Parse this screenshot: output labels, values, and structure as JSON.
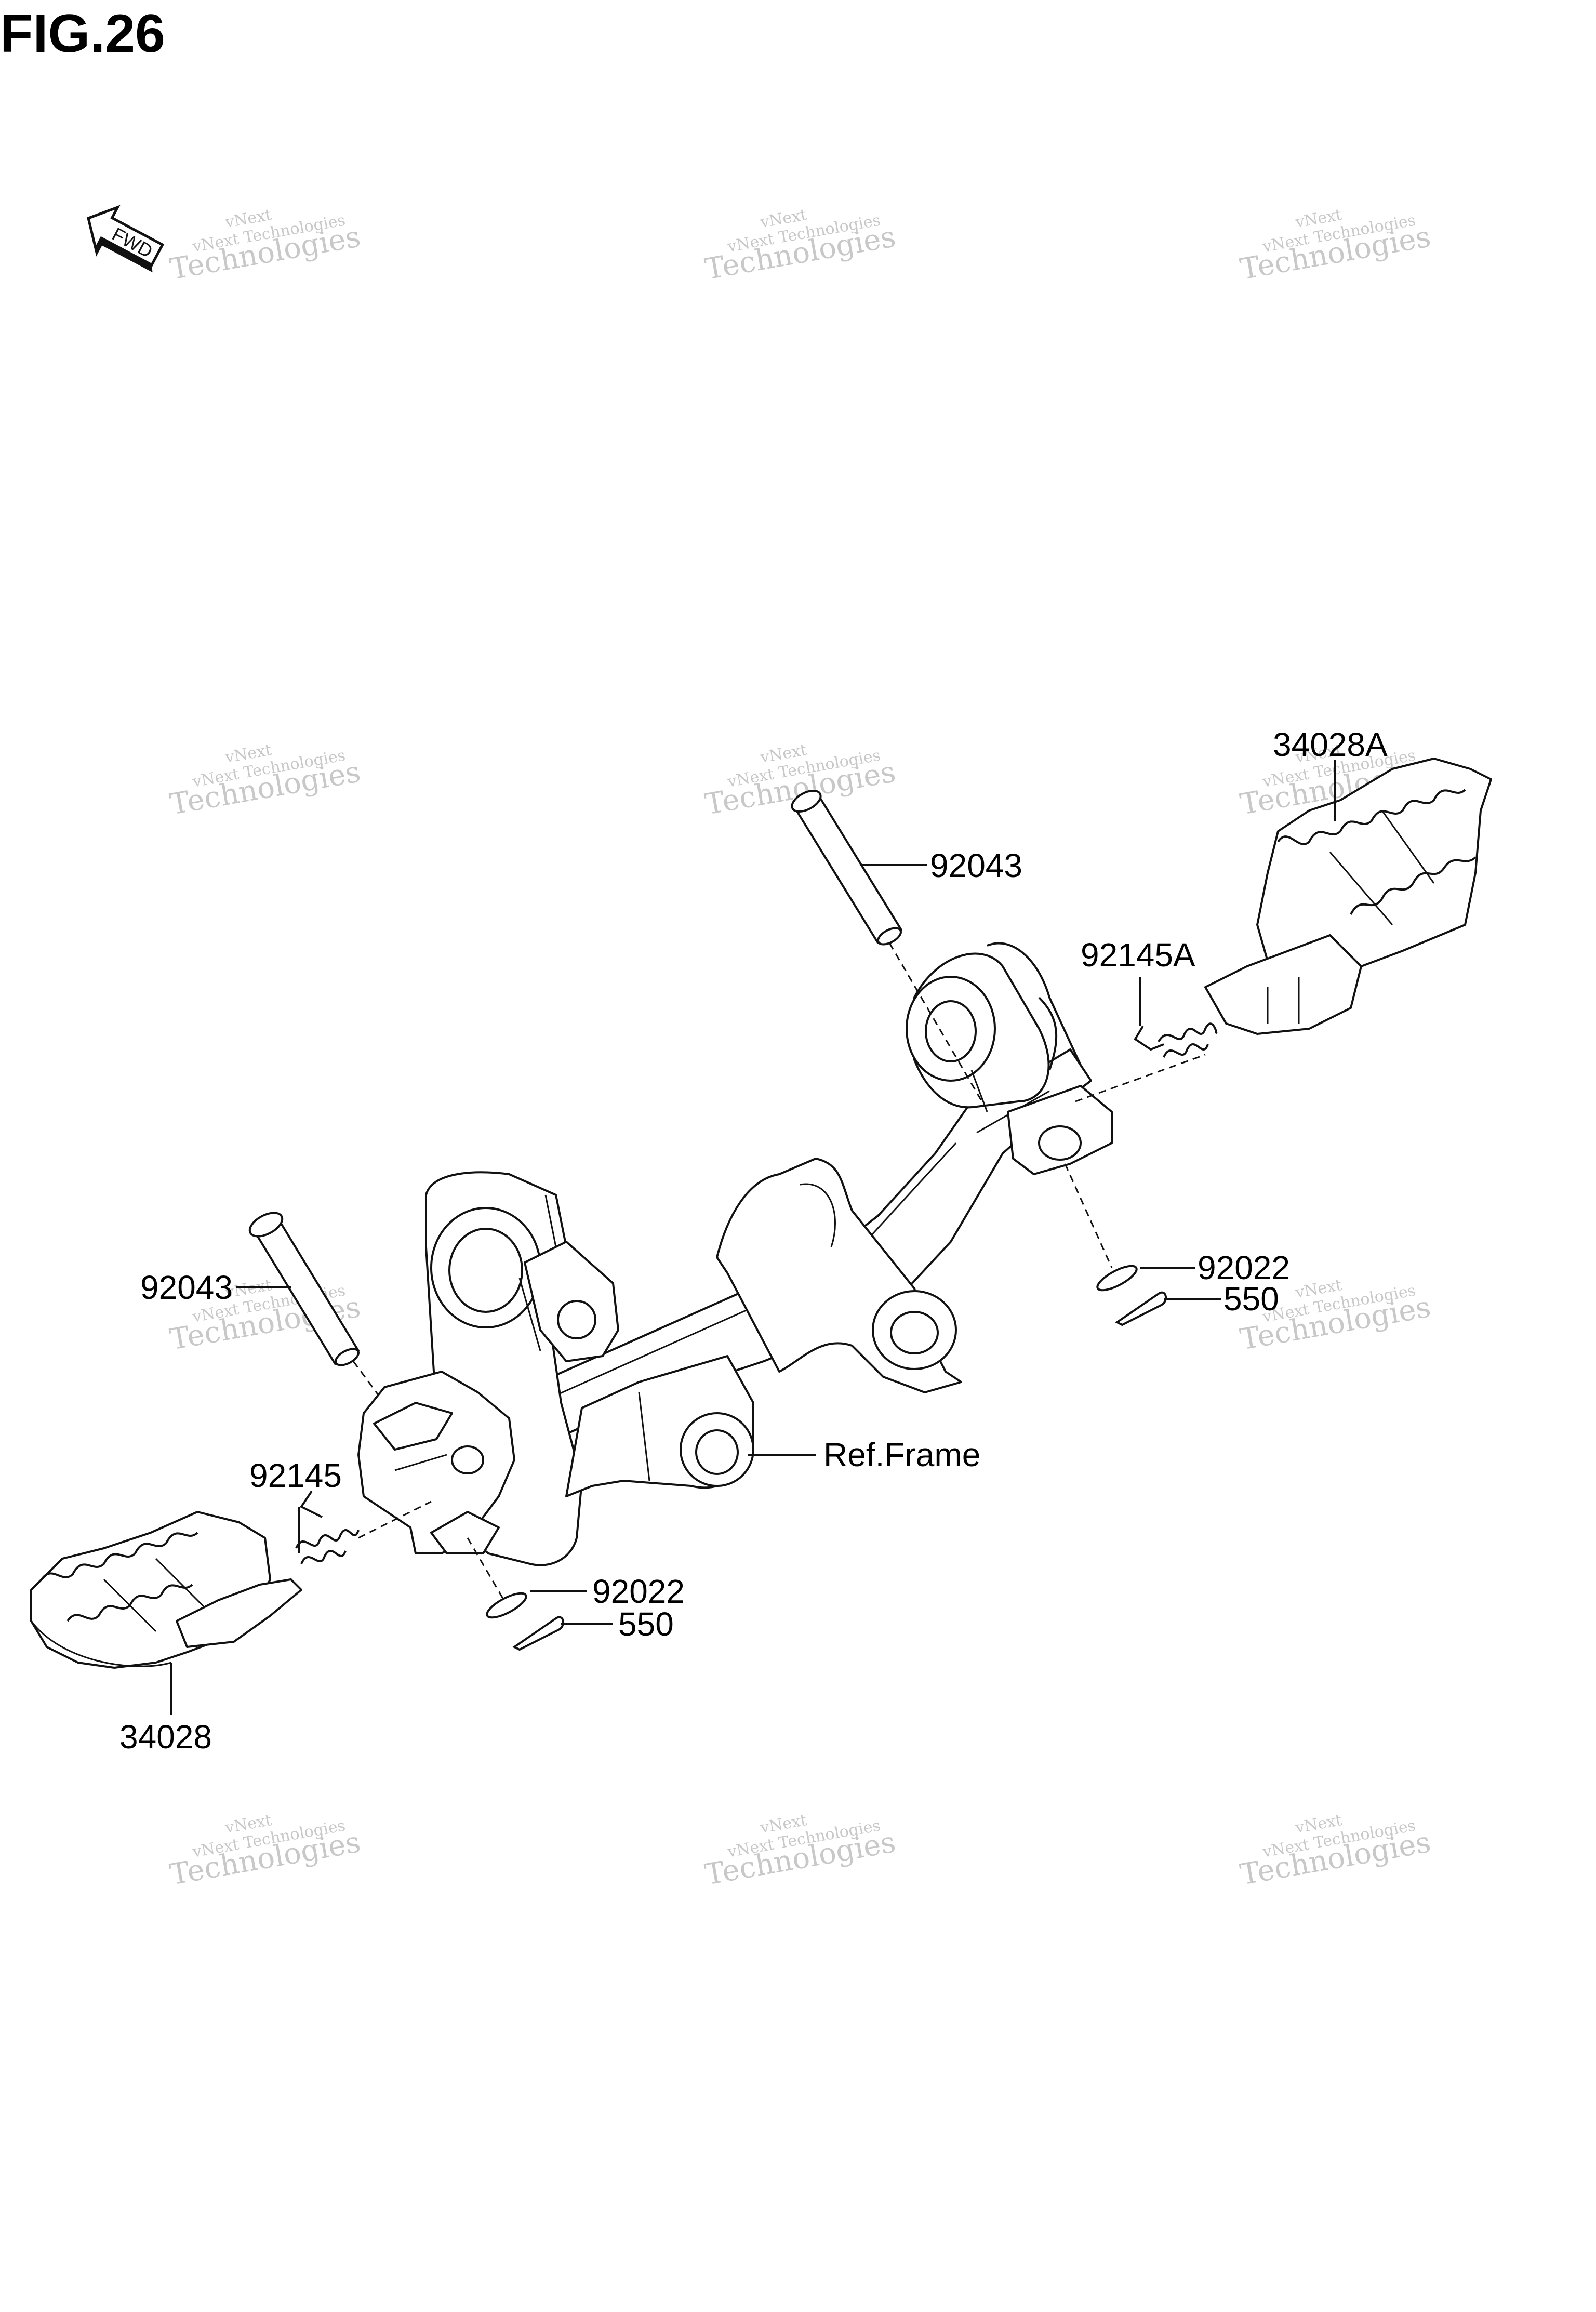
{
  "figure": {
    "title": "FIG.26",
    "direction_label": "FWD"
  },
  "callouts": {
    "footpeg_right": "34028A",
    "pin_right": "92043",
    "spring_right": "92145A",
    "washer_right": "92022",
    "cotter_right": "550",
    "frame": "Ref.Frame",
    "pin_left": "92043",
    "spring_left": "92145",
    "washer_left": "92022",
    "cotter_left": "550",
    "footpeg_left": "34028"
  },
  "watermark": {
    "line1": "vNext",
    "line2": "vNext Technologies",
    "line3": "Technologies"
  },
  "colors": {
    "ink": "#111111",
    "watermark": "#c8c8c8",
    "background": "#ffffff"
  },
  "icons": {
    "direction": "fwd-arrow-icon"
  }
}
